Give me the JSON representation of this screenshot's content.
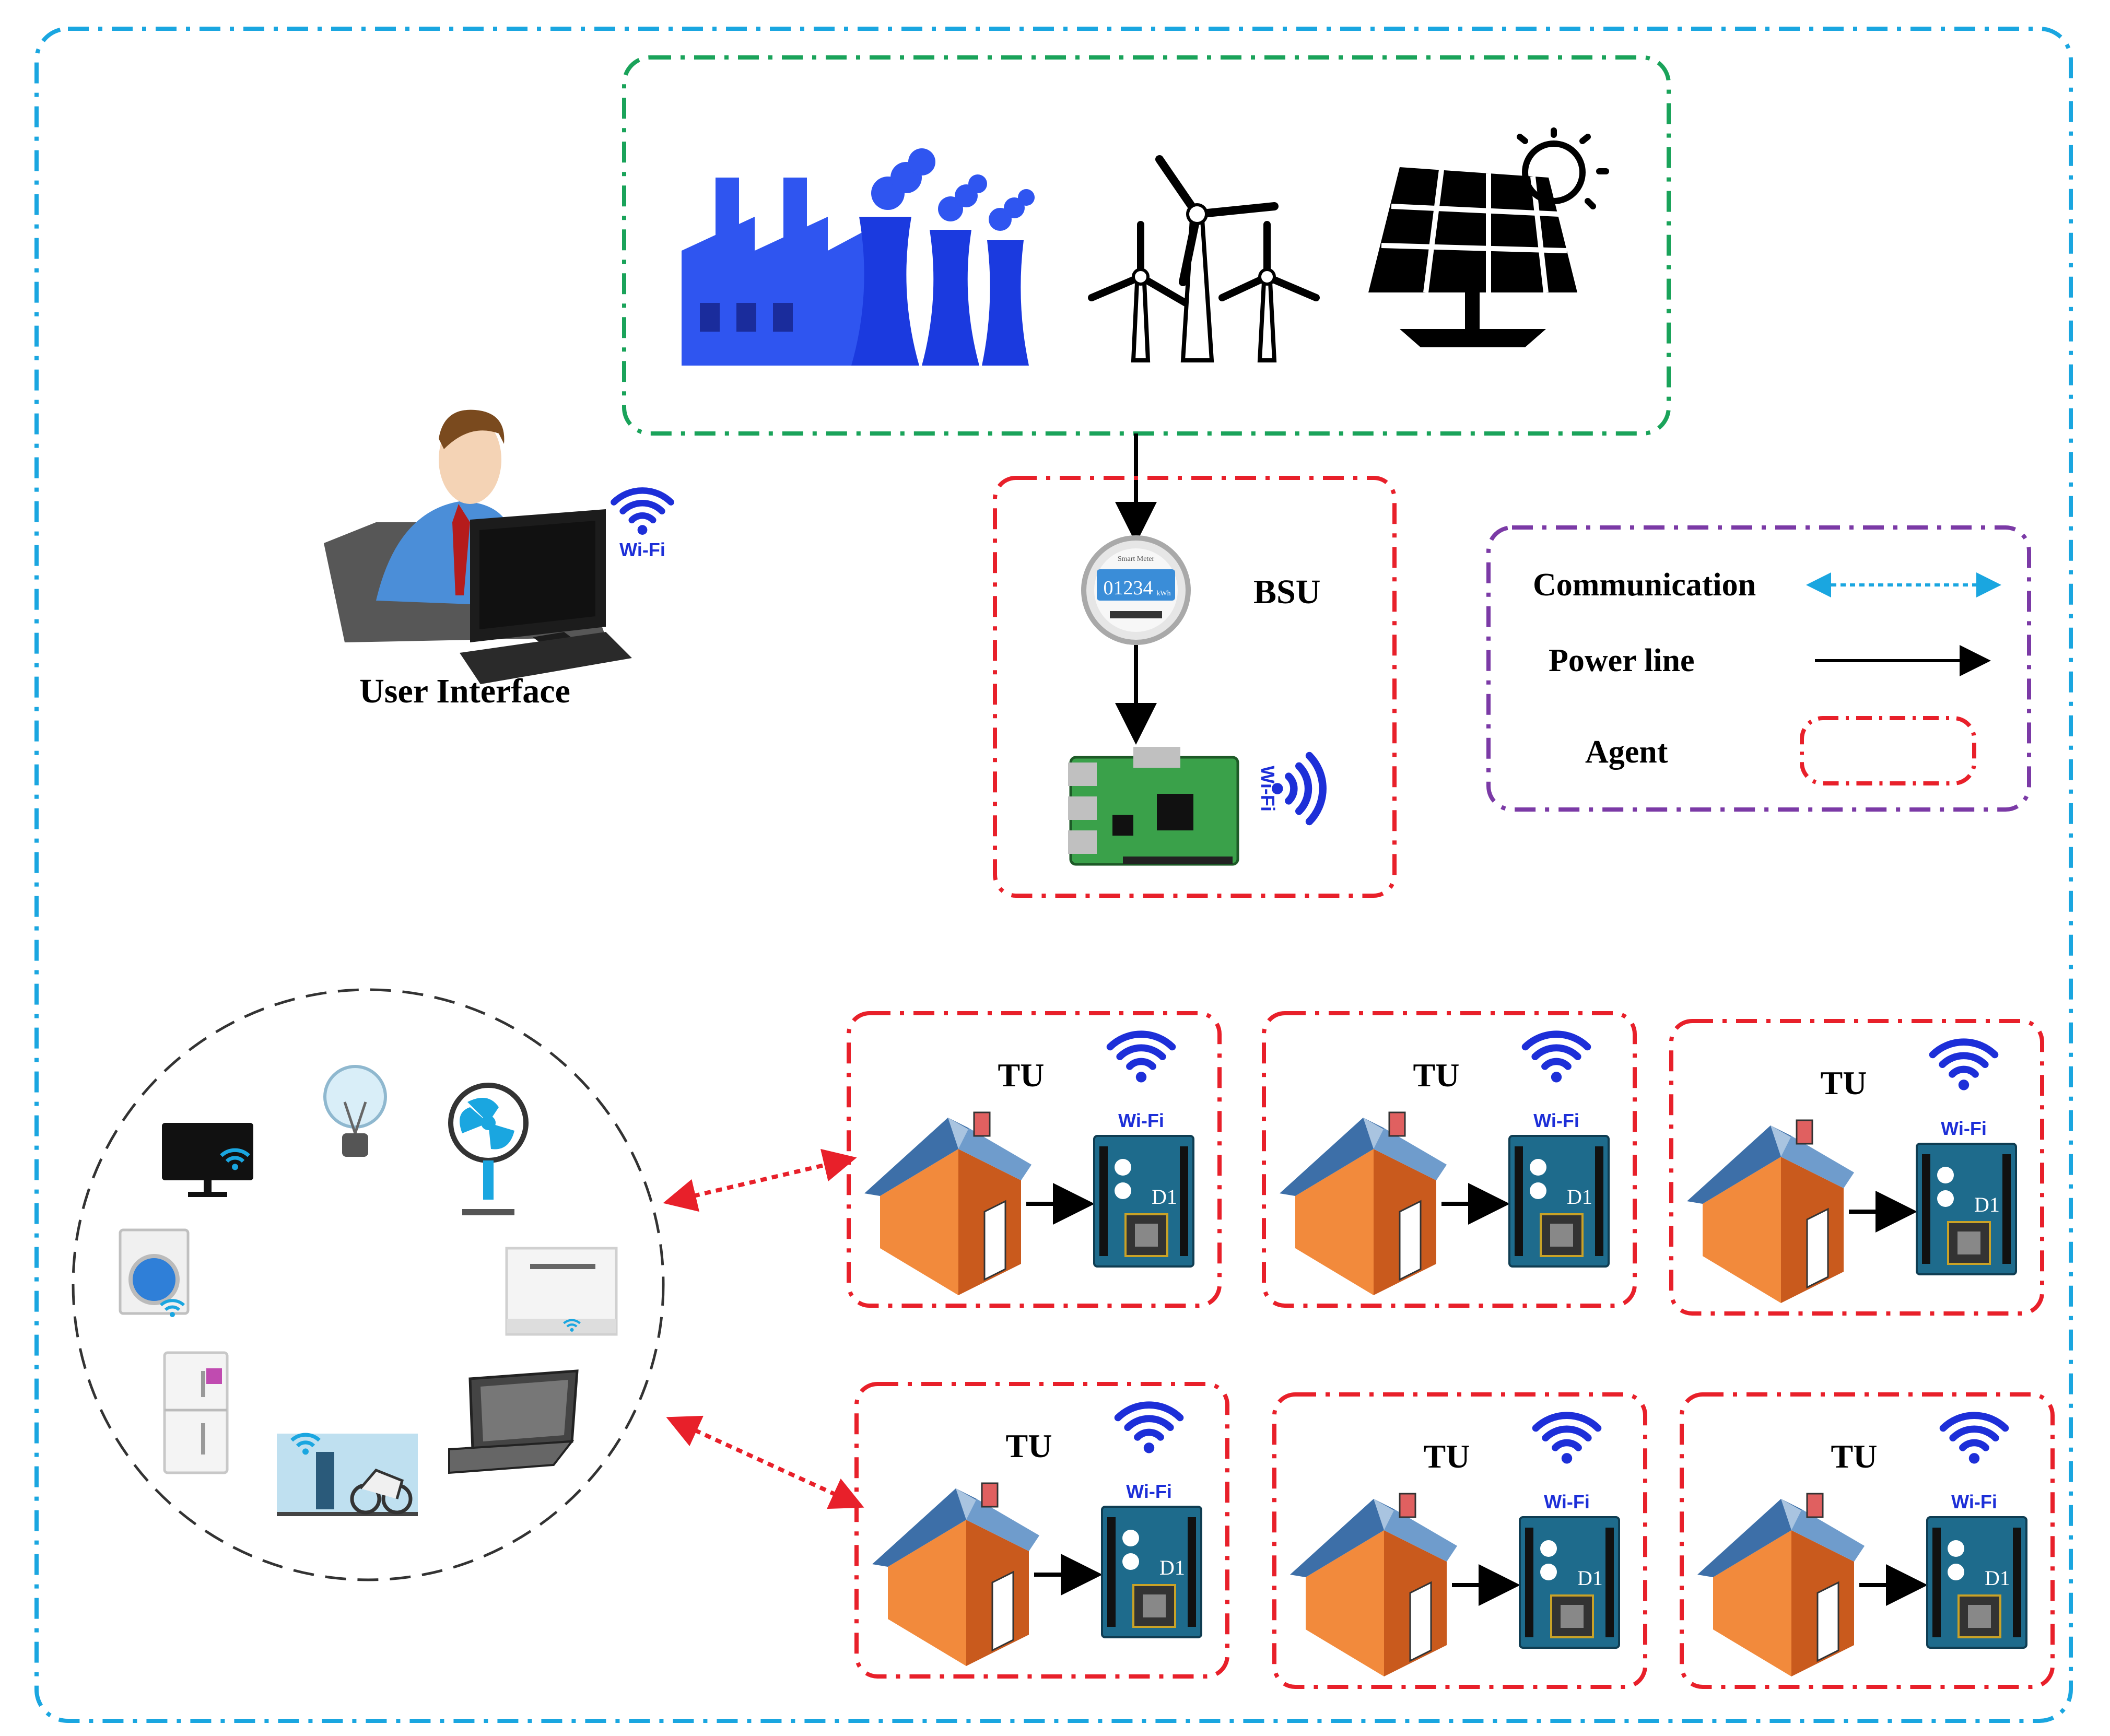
{
  "colors": {
    "outer_border": "#1aa6e0",
    "generation_border": "#1aa35a",
    "agent_border": "#e8202a",
    "legend_border": "#7b3aa6",
    "communication_arrow": "#1aa6e0",
    "wifi_blue": "#1d2fd8",
    "factory_blue": "#2f55f0",
    "house_orange": "#e8772e",
    "board_teal": "#1e6b8c"
  },
  "user_interface": {
    "label": "User Interface",
    "wifi_label": "Wi-Fi"
  },
  "generation": {
    "icons": [
      "factory-icon",
      "wind-turbines-icon",
      "solar-panel-icon"
    ]
  },
  "bsu": {
    "label": "BSU",
    "meter_reading": "01234",
    "meter_unit": "kWh",
    "meter_brand": "Smart Meter",
    "wifi_label": "Wi-Fi"
  },
  "legend": {
    "communication": "Communication",
    "power_line": "Power line",
    "agent": "Agent"
  },
  "appliances": {
    "icons": [
      "tv-icon",
      "light-bulb-icon",
      "fan-icon",
      "washing-machine-icon",
      "dishwasher-icon",
      "fridge-icon",
      "ev-charger-icon",
      "laptop-icon"
    ]
  },
  "tus": [
    {
      "label": "TU",
      "wifi_label": "Wi-Fi"
    },
    {
      "label": "TU",
      "wifi_label": "Wi-Fi"
    },
    {
      "label": "TU",
      "wifi_label": "Wi-Fi"
    },
    {
      "label": "TU",
      "wifi_label": "Wi-Fi"
    },
    {
      "label": "TU",
      "wifi_label": "Wi-Fi"
    },
    {
      "label": "TU",
      "wifi_label": "Wi-Fi"
    }
  ]
}
